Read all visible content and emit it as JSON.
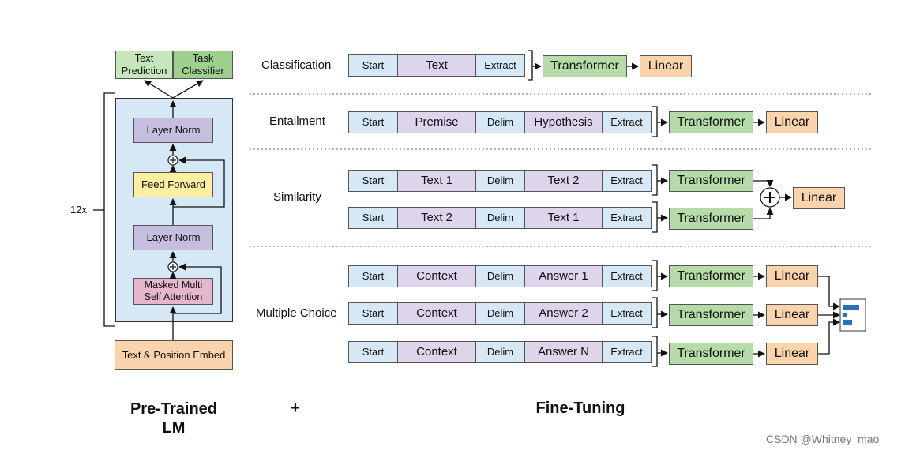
{
  "pretrained": {
    "heads": {
      "text_prediction": "Text\nPrediction",
      "task_classifier": "Task\nClassifier"
    },
    "layer_norm_top": "Layer Norm",
    "feed_forward": "Feed Forward",
    "layer_norm_bottom": "Layer Norm",
    "masked_attention": "Masked Multi\nSelf Attention",
    "embed": "Text & Position Embed",
    "repeat": "12x",
    "caption": "Pre-Trained\nLM"
  },
  "plus_caption": "+",
  "finetune_caption": "Fine-Tuning",
  "tasks": {
    "classification": {
      "label": "Classification",
      "row": [
        "Start",
        "Text",
        "Extract"
      ],
      "transformer": "Transformer",
      "linear": "Linear"
    },
    "entailment": {
      "label": "Entailment",
      "row": [
        "Start",
        "Premise",
        "Delim",
        "Hypothesis",
        "Extract"
      ],
      "transformer": "Transformer",
      "linear": "Linear"
    },
    "similarity": {
      "label": "Similarity",
      "rows": [
        [
          "Start",
          "Text 1",
          "Delim",
          "Text 2",
          "Extract"
        ],
        [
          "Start",
          "Text 2",
          "Delim",
          "Text 1",
          "Extract"
        ]
      ],
      "transformers": [
        "Transformer",
        "Transformer"
      ],
      "linear": "Linear"
    },
    "multiple_choice": {
      "label": "Multiple Choice",
      "rows": [
        [
          "Start",
          "Context",
          "Delim",
          "Answer 1",
          "Extract"
        ],
        [
          "Start",
          "Context",
          "Delim",
          "Answer 2",
          "Extract"
        ],
        [
          "Start",
          "Context",
          "Delim",
          "Answer N",
          "Extract"
        ]
      ],
      "transformers": [
        "Transformer",
        "Transformer",
        "Transformer"
      ],
      "linears": [
        "Linear",
        "Linear",
        "Linear"
      ]
    }
  },
  "watermark": "CSDN @Whitney_mao",
  "colors": {
    "blue": "#d6e8f6",
    "purple": "#dcd5ec",
    "green": "#b5dba8",
    "orange": "#fbd3ac",
    "yellow": "#fdeea1",
    "pink": "#e6b7cc"
  }
}
